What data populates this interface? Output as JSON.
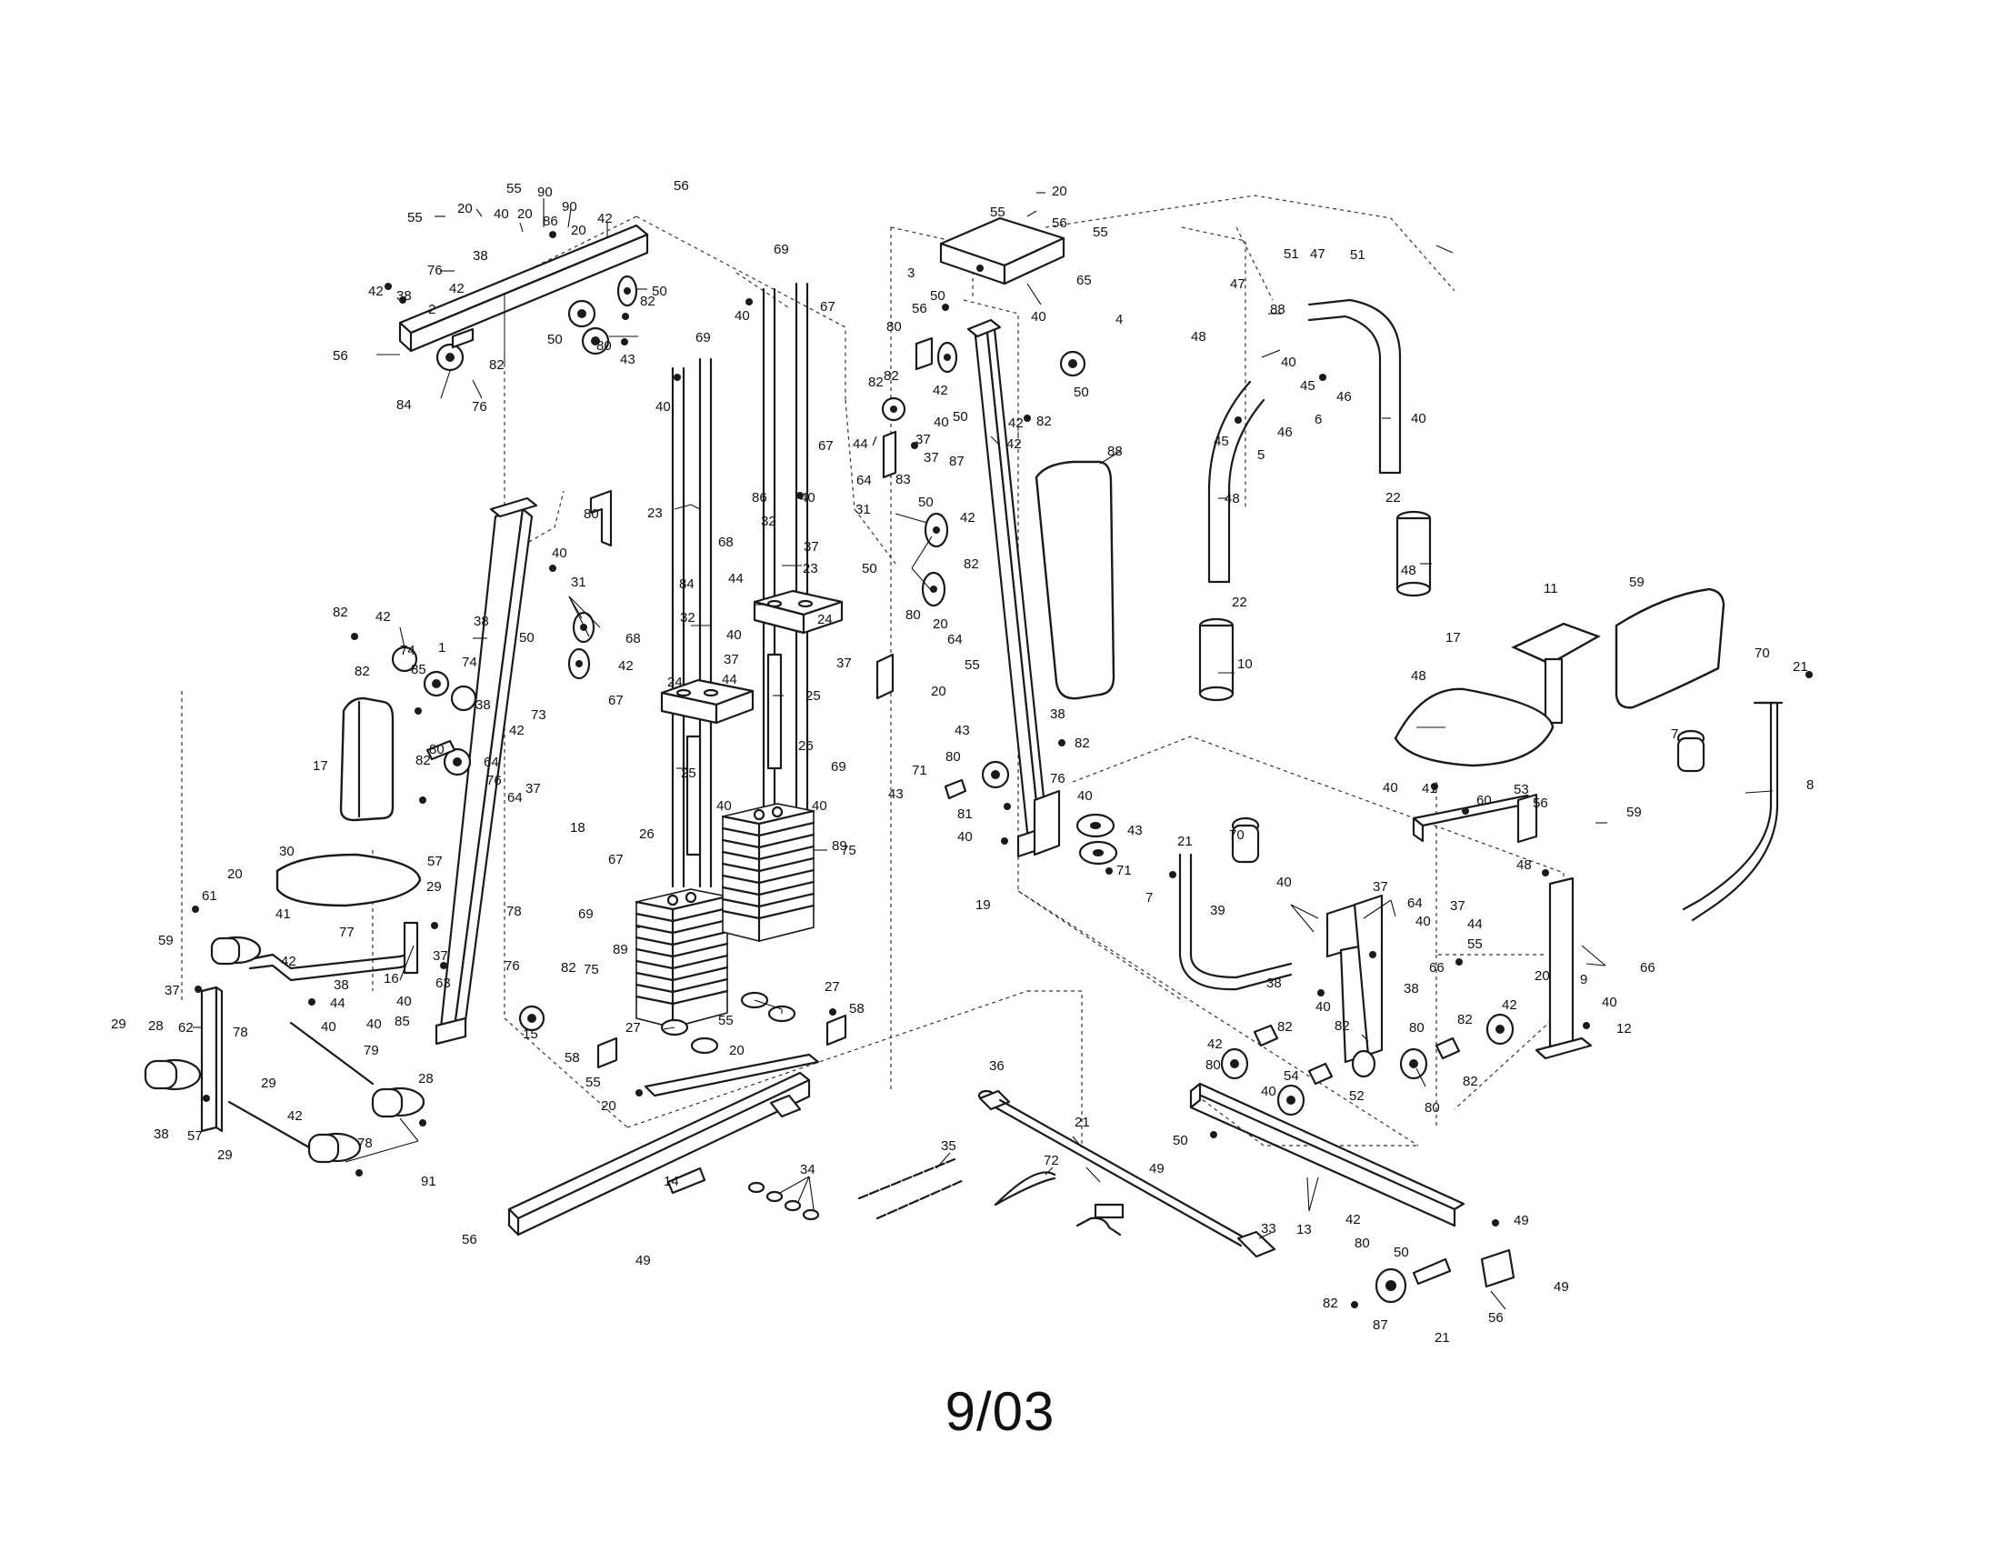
{
  "footer": {
    "date": "9/03"
  },
  "callouts": [
    {
      "id": "c1",
      "text": "55"
    },
    {
      "id": "c2",
      "text": "20"
    },
    {
      "id": "c3",
      "text": "40"
    },
    {
      "id": "c4",
      "text": "20"
    },
    {
      "id": "c5",
      "text": "90"
    },
    {
      "id": "c6",
      "text": "86"
    },
    {
      "id": "c7",
      "text": "90"
    },
    {
      "id": "c8",
      "text": "20"
    },
    {
      "id": "c9",
      "text": "55"
    },
    {
      "id": "c10",
      "text": "56"
    },
    {
      "id": "c11",
      "text": "42"
    },
    {
      "id": "c12",
      "text": "76"
    },
    {
      "id": "c13",
      "text": "38"
    },
    {
      "id": "c14",
      "text": "42"
    },
    {
      "id": "c15",
      "text": "42"
    },
    {
      "id": "c16",
      "text": "38"
    },
    {
      "id": "c17",
      "text": "2"
    },
    {
      "id": "c18",
      "text": "56"
    },
    {
      "id": "c19",
      "text": "82"
    },
    {
      "id": "c20",
      "text": "84"
    },
    {
      "id": "c21",
      "text": "76"
    },
    {
      "id": "c22",
      "text": "50"
    },
    {
      "id": "c23",
      "text": "82"
    },
    {
      "id": "c24",
      "text": "50"
    },
    {
      "id": "c25",
      "text": "80"
    },
    {
      "id": "c26",
      "text": "43"
    },
    {
      "id": "c27",
      "text": "69"
    },
    {
      "id": "c28",
      "text": "40"
    },
    {
      "id": "c29",
      "text": "67"
    },
    {
      "id": "c30",
      "text": "69"
    },
    {
      "id": "c31",
      "text": "40"
    },
    {
      "id": "c32",
      "text": "67"
    },
    {
      "id": "c33",
      "text": "86"
    },
    {
      "id": "c34",
      "text": "40"
    },
    {
      "id": "c35",
      "text": "23"
    },
    {
      "id": "c36",
      "text": "32"
    },
    {
      "id": "c37",
      "text": "68"
    },
    {
      "id": "c38",
      "text": "37"
    },
    {
      "id": "c39",
      "text": "44"
    },
    {
      "id": "c40",
      "text": "23"
    },
    {
      "id": "c41",
      "text": "84"
    },
    {
      "id": "c42",
      "text": "32"
    },
    {
      "id": "c43",
      "text": "40"
    },
    {
      "id": "c44",
      "text": "24"
    },
    {
      "id": "c45",
      "text": "37"
    },
    {
      "id": "c46",
      "text": "44"
    },
    {
      "id": "c47",
      "text": "24"
    },
    {
      "id": "c48",
      "text": "25"
    },
    {
      "id": "c49",
      "text": "67"
    },
    {
      "id": "c50",
      "text": "26"
    },
    {
      "id": "c51",
      "text": "69"
    },
    {
      "id": "c52",
      "text": "25"
    },
    {
      "id": "c53",
      "text": "40"
    },
    {
      "id": "c54",
      "text": "40"
    },
    {
      "id": "c55",
      "text": "26"
    },
    {
      "id": "c56",
      "text": "67"
    },
    {
      "id": "c57",
      "text": "75"
    },
    {
      "id": "c58",
      "text": "89"
    },
    {
      "id": "c59",
      "text": "69"
    },
    {
      "id": "c60",
      "text": "89"
    },
    {
      "id": "c61",
      "text": "75"
    },
    {
      "id": "c62",
      "text": "27"
    },
    {
      "id": "c63",
      "text": "27"
    },
    {
      "id": "c64",
      "text": "55"
    },
    {
      "id": "c65",
      "text": "58"
    },
    {
      "id": "c66",
      "text": "58"
    },
    {
      "id": "c67",
      "text": "20"
    },
    {
      "id": "c68",
      "text": "55"
    },
    {
      "id": "c69",
      "text": "20"
    },
    {
      "id": "c70",
      "text": "14"
    },
    {
      "id": "c71",
      "text": "56"
    },
    {
      "id": "c72",
      "text": "49"
    },
    {
      "id": "c73",
      "text": "80"
    },
    {
      "id": "c74",
      "text": "40"
    },
    {
      "id": "c75",
      "text": "31"
    },
    {
      "id": "c76",
      "text": "50"
    },
    {
      "id": "c77",
      "text": "68"
    },
    {
      "id": "c78",
      "text": "42"
    },
    {
      "id": "c79",
      "text": "82"
    },
    {
      "id": "c80",
      "text": "42"
    },
    {
      "id": "c81",
      "text": "38"
    },
    {
      "id": "c82",
      "text": "74"
    },
    {
      "id": "c83",
      "text": "1"
    },
    {
      "id": "c84",
      "text": "82"
    },
    {
      "id": "c85",
      "text": "85"
    },
    {
      "id": "c86",
      "text": "74"
    },
    {
      "id": "c87",
      "text": "38"
    },
    {
      "id": "c88",
      "text": "73"
    },
    {
      "id": "c89",
      "text": "42"
    },
    {
      "id": "c90",
      "text": "80"
    },
    {
      "id": "c91",
      "text": "82"
    },
    {
      "id": "c92",
      "text": "64"
    },
    {
      "id": "c93",
      "text": "76"
    },
    {
      "id": "c94",
      "text": "37"
    },
    {
      "id": "c95",
      "text": "64"
    },
    {
      "id": "c96",
      "text": "18"
    },
    {
      "id": "c97",
      "text": "17"
    },
    {
      "id": "c98",
      "text": "30"
    },
    {
      "id": "c99",
      "text": "57"
    },
    {
      "id": "c100",
      "text": "20"
    },
    {
      "id": "c101",
      "text": "29"
    },
    {
      "id": "c102",
      "text": "61"
    },
    {
      "id": "c103",
      "text": "41"
    },
    {
      "id": "c104",
      "text": "77"
    },
    {
      "id": "c105",
      "text": "78"
    },
    {
      "id": "c106",
      "text": "59"
    },
    {
      "id": "c107",
      "text": "42"
    },
    {
      "id": "c108",
      "text": "37"
    },
    {
      "id": "c109",
      "text": "16"
    },
    {
      "id": "c110",
      "text": "38"
    },
    {
      "id": "c111",
      "text": "40"
    },
    {
      "id": "c112",
      "text": "63"
    },
    {
      "id": "c113",
      "text": "40"
    },
    {
      "id": "c114",
      "text": "37"
    },
    {
      "id": "c115",
      "text": "44"
    },
    {
      "id": "c116",
      "text": "40"
    },
    {
      "id": "c117",
      "text": "85"
    },
    {
      "id": "c118",
      "text": "76"
    },
    {
      "id": "c119",
      "text": "82"
    },
    {
      "id": "c120",
      "text": "15"
    },
    {
      "id": "c121",
      "text": "62"
    },
    {
      "id": "c122",
      "text": "78"
    },
    {
      "id": "c123",
      "text": "29"
    },
    {
      "id": "c124",
      "text": "28"
    },
    {
      "id": "c125",
      "text": "79"
    },
    {
      "id": "c126",
      "text": "29"
    },
    {
      "id": "c127",
      "text": "28"
    },
    {
      "id": "c128",
      "text": "42"
    },
    {
      "id": "c129",
      "text": "38"
    },
    {
      "id": "c130",
      "text": "57"
    },
    {
      "id": "c131",
      "text": "29"
    },
    {
      "id": "c132",
      "text": "78"
    },
    {
      "id": "c133",
      "text": "91"
    },
    {
      "id": "c134",
      "text": "55"
    },
    {
      "id": "c135",
      "text": "20"
    },
    {
      "id": "c136",
      "text": "56"
    },
    {
      "id": "c137",
      "text": "55"
    },
    {
      "id": "c138",
      "text": "3"
    },
    {
      "id": "c139",
      "text": "65"
    },
    {
      "id": "c140",
      "text": "40"
    },
    {
      "id": "c141",
      "text": "56"
    },
    {
      "id": "c142",
      "text": "50"
    },
    {
      "id": "c143",
      "text": "80"
    },
    {
      "id": "c144",
      "text": "82"
    },
    {
      "id": "c145",
      "text": "82"
    },
    {
      "id": "c146",
      "text": "42"
    },
    {
      "id": "c147",
      "text": "50"
    },
    {
      "id": "c148",
      "text": "40"
    },
    {
      "id": "c149",
      "text": "42"
    },
    {
      "id": "c150",
      "text": "82"
    },
    {
      "id": "c151",
      "text": "50"
    },
    {
      "id": "c152",
      "text": "4"
    },
    {
      "id": "c153",
      "text": "42"
    },
    {
      "id": "c154",
      "text": "44"
    },
    {
      "id": "c155",
      "text": "37"
    },
    {
      "id": "c156",
      "text": "83"
    },
    {
      "id": "c157",
      "text": "64"
    },
    {
      "id": "c158",
      "text": "37"
    },
    {
      "id": "c159",
      "text": "87"
    },
    {
      "id": "c160",
      "text": "31"
    },
    {
      "id": "c161",
      "text": "50"
    },
    {
      "id": "c162",
      "text": "42"
    },
    {
      "id": "c163",
      "text": "50"
    },
    {
      "id": "c164",
      "text": "82"
    },
    {
      "id": "c165",
      "text": "80"
    },
    {
      "id": "c166",
      "text": "37"
    },
    {
      "id": "c167",
      "text": "64"
    },
    {
      "id": "c168",
      "text": "20"
    },
    {
      "id": "c169",
      "text": "55"
    },
    {
      "id": "c170",
      "text": "20"
    },
    {
      "id": "c171",
      "text": "43"
    },
    {
      "id": "c172",
      "text": "38"
    },
    {
      "id": "c173",
      "text": "82"
    },
    {
      "id": "c174",
      "text": "80"
    },
    {
      "id": "c175",
      "text": "71"
    },
    {
      "id": "c176",
      "text": "76"
    },
    {
      "id": "c177",
      "text": "43"
    },
    {
      "id": "c178",
      "text": "40"
    },
    {
      "id": "c179",
      "text": "81"
    },
    {
      "id": "c180",
      "text": "43"
    },
    {
      "id": "c181",
      "text": "40"
    },
    {
      "id": "c182",
      "text": "71"
    },
    {
      "id": "c183",
      "text": "19"
    },
    {
      "id": "c184",
      "text": "88"
    },
    {
      "id": "c185",
      "text": "51"
    },
    {
      "id": "c186",
      "text": "47"
    },
    {
      "id": "c187",
      "text": "51"
    },
    {
      "id": "c188",
      "text": "47"
    },
    {
      "id": "c189",
      "text": "88"
    },
    {
      "id": "c190",
      "text": "48"
    },
    {
      "id": "c191",
      "text": "40"
    },
    {
      "id": "c192",
      "text": "45"
    },
    {
      "id": "c193",
      "text": "46"
    },
    {
      "id": "c194",
      "text": "6"
    },
    {
      "id": "c195",
      "text": "40"
    },
    {
      "id": "c196",
      "text": "45"
    },
    {
      "id": "c197",
      "text": "46"
    },
    {
      "id": "c198",
      "text": "5"
    },
    {
      "id": "c199",
      "text": "48"
    },
    {
      "id": "c200",
      "text": "22"
    },
    {
      "id": "c201",
      "text": "48"
    },
    {
      "id": "c202",
      "text": "22"
    },
    {
      "id": "c203",
      "text": "10"
    },
    {
      "id": "c204",
      "text": "11"
    },
    {
      "id": "c205",
      "text": "59"
    },
    {
      "id": "c206",
      "text": "17"
    },
    {
      "id": "c207",
      "text": "48"
    },
    {
      "id": "c208",
      "text": "70"
    },
    {
      "id": "c209",
      "text": "21"
    },
    {
      "id": "c210",
      "text": "7"
    },
    {
      "id": "c211",
      "text": "8"
    },
    {
      "id": "c212",
      "text": "40"
    },
    {
      "id": "c213",
      "text": "41"
    },
    {
      "id": "c214",
      "text": "60"
    },
    {
      "id": "c215",
      "text": "53"
    },
    {
      "id": "c216",
      "text": "56"
    },
    {
      "id": "c217",
      "text": "59"
    },
    {
      "id": "c218",
      "text": "48"
    },
    {
      "id": "c219",
      "text": "21"
    },
    {
      "id": "c220",
      "text": "70"
    },
    {
      "id": "c221",
      "text": "7"
    },
    {
      "id": "c222",
      "text": "39"
    },
    {
      "id": "c223",
      "text": "40"
    },
    {
      "id": "c224",
      "text": "37"
    },
    {
      "id": "c225",
      "text": "64"
    },
    {
      "id": "c226",
      "text": "40"
    },
    {
      "id": "c227",
      "text": "37"
    },
    {
      "id": "c228",
      "text": "44"
    },
    {
      "id": "c229",
      "text": "55"
    },
    {
      "id": "c230",
      "text": "66"
    },
    {
      "id": "c231",
      "text": "66"
    },
    {
      "id": "c232",
      "text": "38"
    },
    {
      "id": "c233",
      "text": "38"
    },
    {
      "id": "c234",
      "text": "40"
    },
    {
      "id": "c235",
      "text": "20"
    },
    {
      "id": "c236",
      "text": "9"
    },
    {
      "id": "c237",
      "text": "40"
    },
    {
      "id": "c238",
      "text": "12"
    },
    {
      "id": "c239",
      "text": "82"
    },
    {
      "id": "c240",
      "text": "42"
    },
    {
      "id": "c241",
      "text": "82"
    },
    {
      "id": "c242",
      "text": "80"
    },
    {
      "id": "c243",
      "text": "42"
    },
    {
      "id": "c244",
      "text": "82"
    },
    {
      "id": "c245",
      "text": "80"
    },
    {
      "id": "c246",
      "text": "54"
    },
    {
      "id": "c247",
      "text": "52"
    },
    {
      "id": "c248",
      "text": "80"
    },
    {
      "id": "c249",
      "text": "82"
    },
    {
      "id": "c250",
      "text": "40"
    },
    {
      "id": "c251",
      "text": "50"
    },
    {
      "id": "c252",
      "text": "49"
    },
    {
      "id": "c253",
      "text": "13"
    },
    {
      "id": "c254",
      "text": "42"
    },
    {
      "id": "c255",
      "text": "49"
    },
    {
      "id": "c256",
      "text": "80"
    },
    {
      "id": "c257",
      "text": "50"
    },
    {
      "id": "c258",
      "text": "82"
    },
    {
      "id": "c259",
      "text": "87"
    },
    {
      "id": "c260",
      "text": "56"
    },
    {
      "id": "c261",
      "text": "49"
    },
    {
      "id": "c262",
      "text": "21"
    },
    {
      "id": "c263",
      "text": "36"
    },
    {
      "id": "c264",
      "text": "21"
    },
    {
      "id": "c265",
      "text": "33"
    },
    {
      "id": "c266",
      "text": "34"
    },
    {
      "id": "c267",
      "text": "35"
    },
    {
      "id": "c268",
      "text": "72"
    }
  ]
}
